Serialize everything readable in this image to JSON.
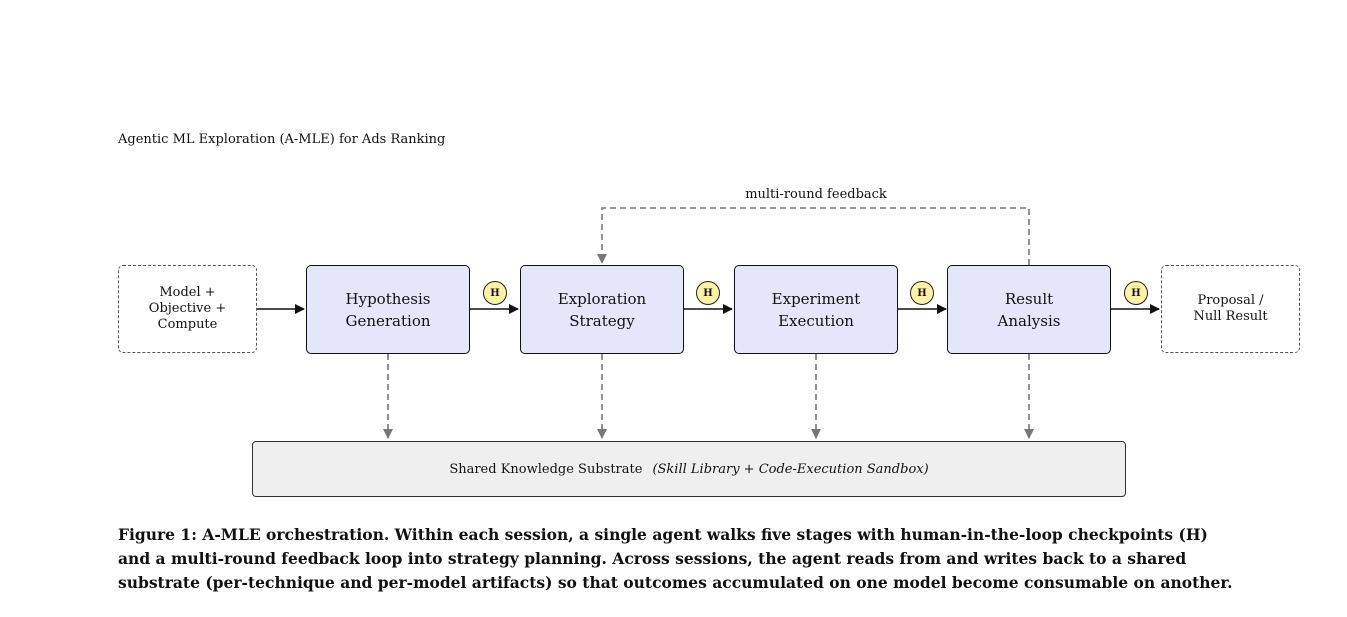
{
  "diagram": {
    "title": "Agentic ML Exploration (A-MLE) for Ads Ranking",
    "input_box": "Model +\nObjective +\nCompute",
    "stages": [
      {
        "id": "hypothesis",
        "label": "Hypothesis\nGeneration"
      },
      {
        "id": "strategy",
        "label": "Exploration\nStrategy"
      },
      {
        "id": "execution",
        "label": "Experiment\nExecution"
      },
      {
        "id": "analysis",
        "label": "Result\nAnalysis"
      }
    ],
    "output_box": "Proposal /\nNull Result",
    "checkpoint_label": "H",
    "feedback_label": "multi-round feedback",
    "substrate": {
      "main": "Shared Knowledge Substrate",
      "detail": "(Skill Library + Code-Execution Sandbox)"
    },
    "colors": {
      "stage_fill": "#e6e6fb",
      "checkpoint_fill": "#fdf3a3",
      "substrate_fill": "#efefef",
      "dashed_line": "#777777"
    }
  },
  "caption": "Figure 1: A-MLE orchestration. Within each session, a single agent walks five stages with human-in-the-loop checkpoints (H) and a multi-round feedback loop into strategy planning. Across sessions, the agent reads from and writes back to a shared substrate (per-technique and per-model artifacts) so that outcomes accumulated on one model become consumable on another."
}
